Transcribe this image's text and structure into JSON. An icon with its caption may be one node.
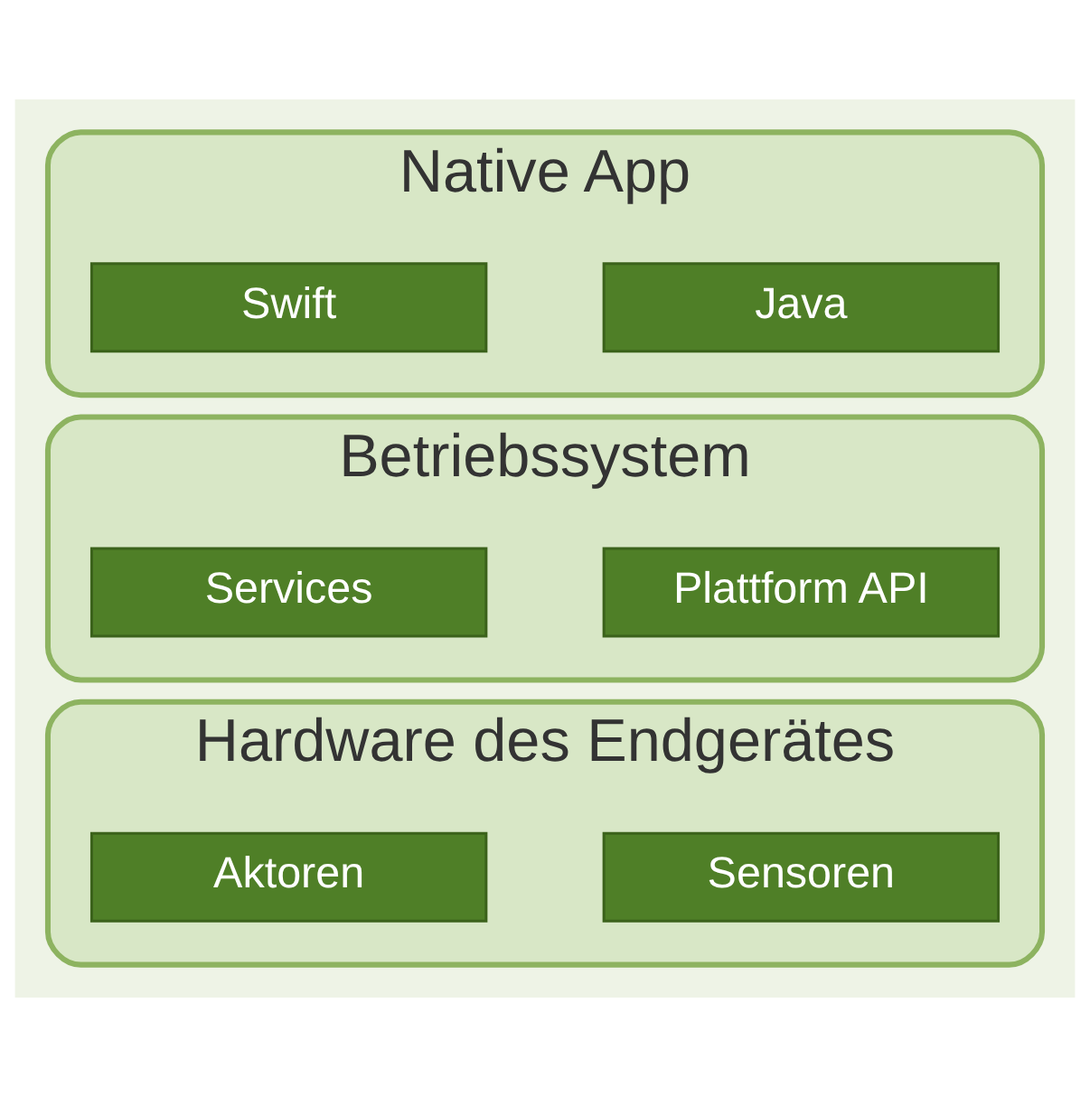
{
  "diagram": {
    "nodes": [
      {
        "text": [
          "Native App"
        ]
      },
      {
        "text": [
          "Java"
        ],
        "in": 0
      },
      {
        "text": [
          "Swift"
        ],
        "in": 0
      },
      {
        "text": [
          "Betriebssystem"
        ]
      },
      {
        "text": [
          "Plattform API"
        ],
        "in": 3
      },
      {
        "text": [
          "Services"
        ],
        "in": 3
      },
      {
        "text": [
          "Hardware des Endgerätes"
        ]
      },
      {
        "text": [
          "Sensoren"
        ],
        "in": 6
      },
      {
        "text": [
          "Aktoren"
        ],
        "in": 6
      }
    ],
    "edges": []
  }
}
